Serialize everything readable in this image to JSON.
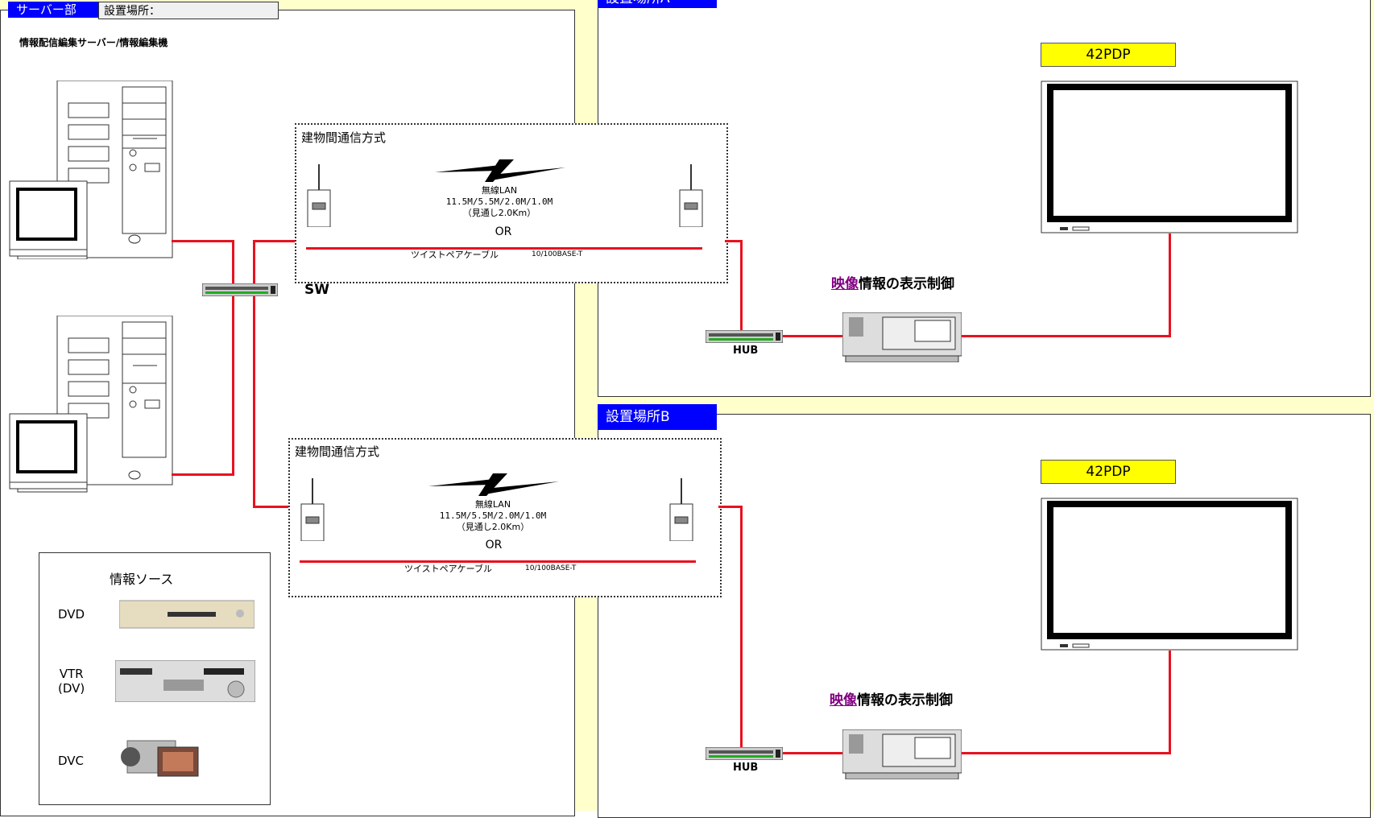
{
  "header": {
    "server_tab": "サーバー部",
    "location_label": "設置場所：",
    "server_title": "情報配信編集サーバー/情報編集機"
  },
  "site_a": {
    "tab": "設置場所A"
  },
  "site_b": {
    "tab": "設置場所B"
  },
  "comm": {
    "title": "建物間通信方式",
    "wireless": "無線LAN",
    "speeds": "11.5M/5.5M/2.0M/1.0M",
    "range": "（見通し2.0Km）",
    "or": "OR",
    "cable": "ツイストペアケーブル",
    "cable_spec": "10/100BASE-T"
  },
  "sw_label": "SW",
  "hub_label": "HUB",
  "pdp_label": "42PDP",
  "control": {
    "highlight": "映像",
    "rest": "情報の表示制御"
  },
  "sources": {
    "title": "情報ソース",
    "items": [
      "DVD",
      "VTR\n(DV)",
      "DVC"
    ]
  },
  "colors": {
    "tab_blue": "#0000ff",
    "cable_red": "#e8121f",
    "pdp_yellow": "#ffff00",
    "bg_yellow": "#ffffcc",
    "highlight_purple": "#800080"
  }
}
